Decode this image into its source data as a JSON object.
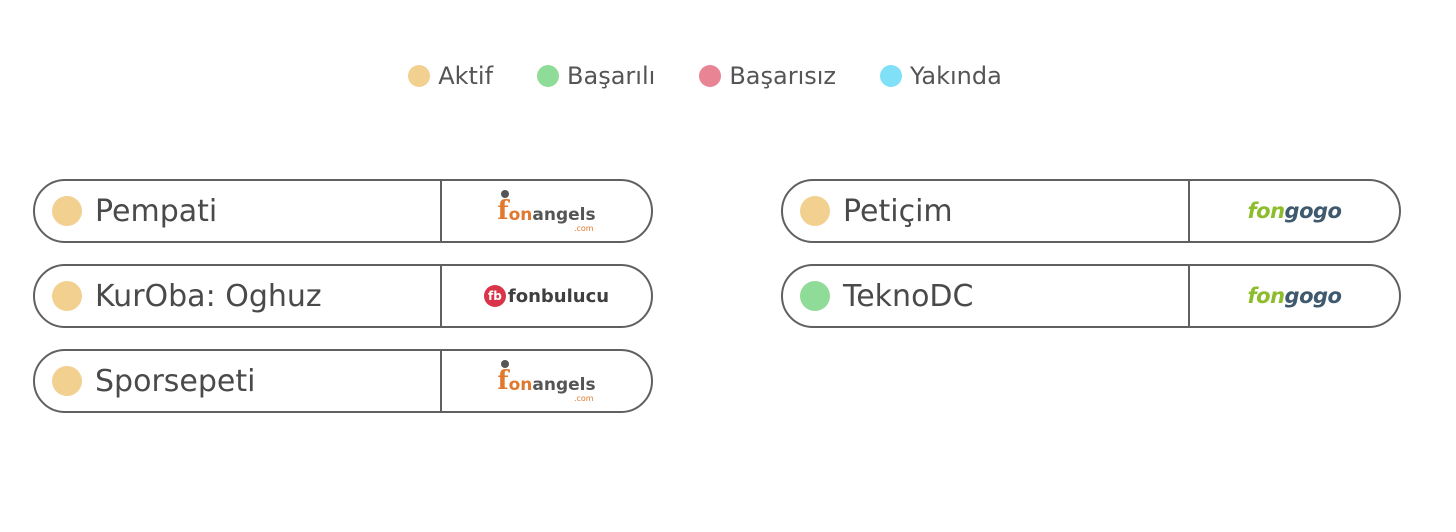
{
  "legend": [
    {
      "label": "Aktif",
      "color": "#f2d08f"
    },
    {
      "label": "Başarılı",
      "color": "#8fdc98"
    },
    {
      "label": "Başarısız",
      "color": "#e98495"
    },
    {
      "label": "Yakında",
      "color": "#7fe0f7"
    }
  ],
  "status_colors": {
    "aktif": "#f2d08f",
    "basarili": "#8fdc98",
    "basarisiz": "#e98495",
    "yakinda": "#7fe0f7"
  },
  "campaigns": [
    {
      "name": "Pempati",
      "status": "Aktif",
      "platform": "fonangels"
    },
    {
      "name": "KurOba: Oghuz",
      "status": "Aktif",
      "platform": "fonbulucu"
    },
    {
      "name": "Sporsepeti",
      "status": "Aktif",
      "platform": "fonangels"
    },
    {
      "name": "Petiçim",
      "status": "Aktif",
      "platform": "fongogo"
    },
    {
      "name": "TeknoDC",
      "status": "Başarılı",
      "platform": "fongogo"
    }
  ],
  "logos": {
    "fonangels": {
      "part1": "f",
      "part2": "on",
      "part3": "angels",
      "suffix": ".com"
    },
    "fonbulucu": {
      "badge": "fb",
      "text": "fonbulucu"
    },
    "fongogo": {
      "part1": "fon",
      "part2": "gogo"
    }
  }
}
